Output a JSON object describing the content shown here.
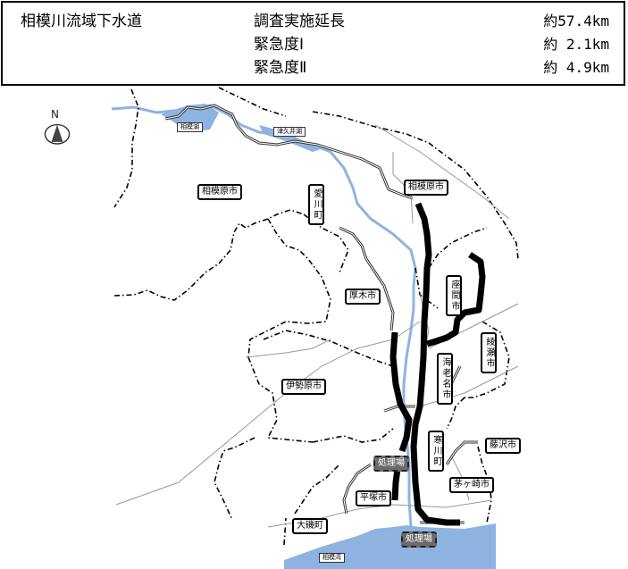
{
  "header": {
    "title": "相模川流域下水道",
    "rows": [
      {
        "label": "調査実施延長",
        "value": "約57.4km"
      },
      {
        "label": "緊急度Ⅰ",
        "value": "約 2.1km"
      },
      {
        "label": "緊急度Ⅱ",
        "value": "約 4.9km"
      }
    ]
  },
  "map": {
    "north_label": "N",
    "colors": {
      "water": "#8fb3e0",
      "sewer_main": "#000000",
      "boundary": "#000000",
      "road": "#999999",
      "plant_fill": "#6b6b6b"
    },
    "water_labels": {
      "sagami_lake": "相模湖",
      "tsukui_lake": "津久井湖",
      "sagami_bay": "相模湾"
    },
    "municipalities": {
      "sagamihara_west": "相模原市",
      "sagamihara_east": "相模原市",
      "aikawa": "愛川町",
      "atsugi": "厚木市",
      "zama": "座間市",
      "ayase": "綾瀬市",
      "ebina": "海老名市",
      "isehara": "伊勢原市",
      "samukawa": "寒川町",
      "fujisawa": "藤沢市",
      "chigasaki": "茅ヶ崎市",
      "hiratsuka": "平塚市",
      "oiso": "大磯町"
    },
    "plants": {
      "west": "処理場",
      "south": "処理場"
    }
  }
}
